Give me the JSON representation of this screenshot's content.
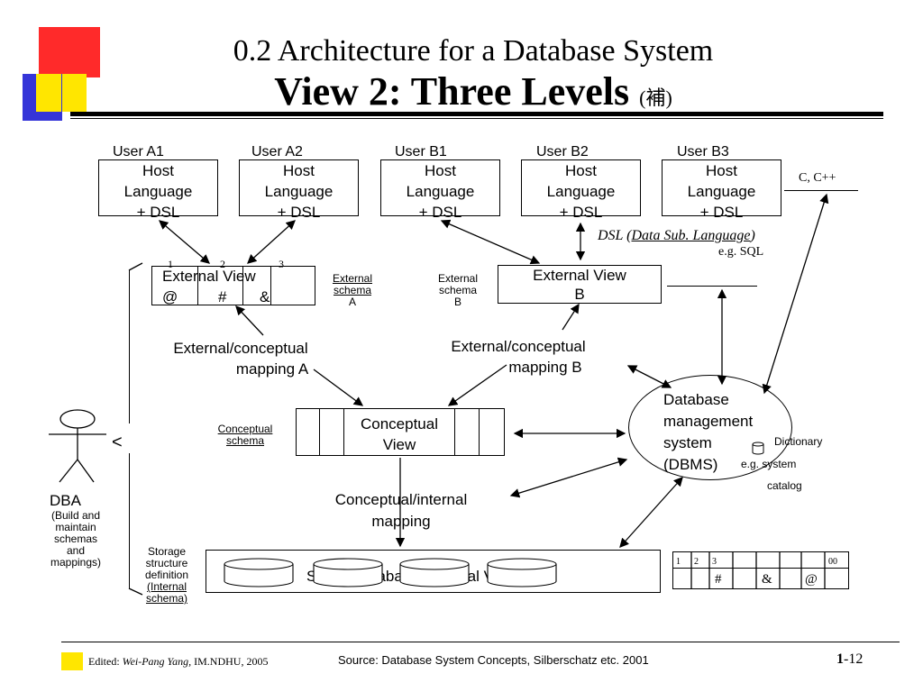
{
  "header": {
    "subtitle": "0.2 Architecture for a Database System",
    "title": "View 2: Three Levels",
    "title_note": "(補)",
    "colors": {
      "red": "#ff2020",
      "yellow": "#ffe600",
      "blue": "#3030d0",
      "black": "#000000"
    }
  },
  "users": [
    {
      "name": "User A1",
      "box": [
        "Host",
        "Language",
        "+ DSL"
      ]
    },
    {
      "name": "User A2",
      "box": [
        "Host",
        "Language",
        "+ DSL"
      ]
    },
    {
      "name": "User B1",
      "box": [
        "Host",
        "Language",
        "+ DSL"
      ]
    },
    {
      "name": "User B2",
      "box": [
        "Host",
        "Language",
        "+ DSL"
      ]
    },
    {
      "name": "User B3",
      "box": [
        "Host",
        "Language",
        "+ DSL"
      ]
    }
  ],
  "labels": {
    "c_cpp": "C, C++",
    "dsl_prefix": "DSL (",
    "dsl_underline": "Data Sub. Language",
    "dsl_suffix": ")",
    "eg_sql": "e.g. SQL",
    "ext_view_a_title": "External View",
    "ext_view_a_nums": [
      "1",
      "2",
      "3"
    ],
    "ext_view_a_cells": [
      "@",
      "#",
      "&"
    ],
    "ext_schema_a": [
      "External",
      "schema",
      "A"
    ],
    "ext_schema_b": [
      "External",
      "schema",
      "B"
    ],
    "ext_view_b": [
      "External View",
      "B"
    ],
    "mapping_a": [
      "External/conceptual",
      "mapping A"
    ],
    "mapping_b": [
      "External/conceptual",
      "mapping B"
    ],
    "dbms": [
      "Database",
      "management",
      "system",
      "(DBMS)"
    ],
    "dictionary": "Dictionary",
    "eg_system": "e.g. system",
    "catalog": "catalog",
    "conceptual_schema": [
      "Conceptual",
      "schema"
    ],
    "conceptual_view": [
      "Conceptual",
      "View"
    ],
    "lt_symbol": "<",
    "dba": "DBA",
    "dba_desc": [
      "(Build and",
      "maintain",
      "schemas",
      "and",
      "mappings)"
    ],
    "ci_mapping": [
      "Conceptual/internal",
      "mapping"
    ],
    "storage_def": [
      "Storage",
      "structure",
      "definition",
      "(Internal",
      "schema)"
    ],
    "stored_db": "Stored database (Internal View)",
    "table_nums": [
      "1",
      "2",
      "3",
      "00"
    ],
    "table_cells": [
      "#",
      "&",
      "@"
    ]
  },
  "footer": {
    "edited_label": "Edited: ",
    "author": "Wei-Pang Yang,",
    "org": " IM.NDHU, 2005",
    "source": "Source: Database System Concepts, Silberschatz etc. 2001",
    "page_bold": "1",
    "page_rest": "-12"
  }
}
